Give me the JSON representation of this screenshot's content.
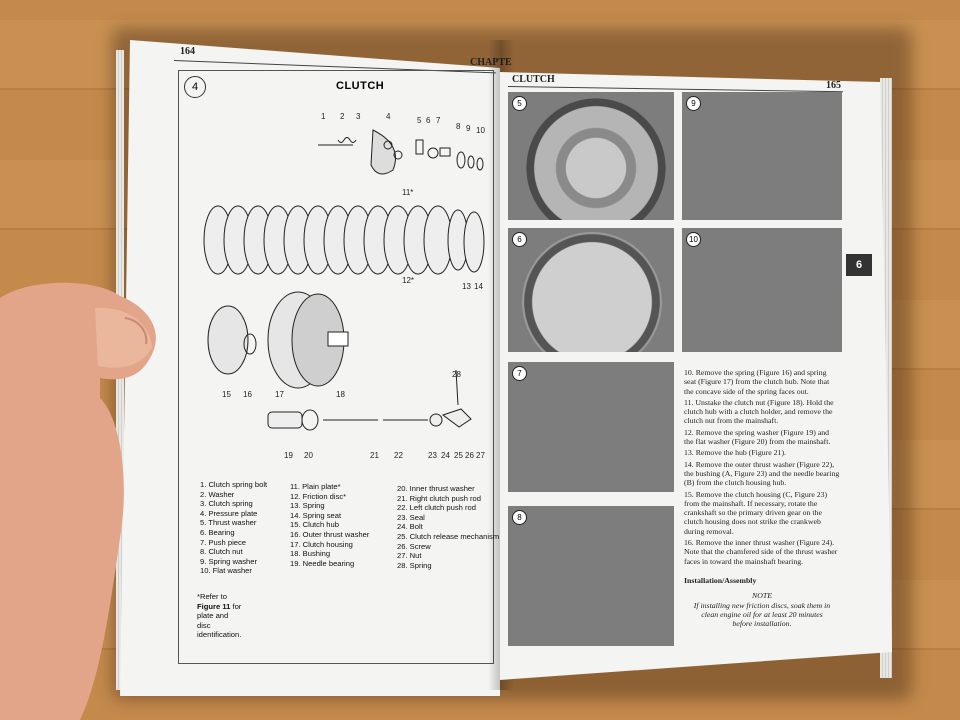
{
  "left_page": {
    "page_number": "164",
    "header": "CHAPTE",
    "figure_number": "4",
    "figure_title": "CLUTCH",
    "footnote_prefix": "*Refer to ",
    "footnote_bold": "Figure 11",
    "footnote_suffix": " for plate and disc identification.",
    "callouts": [
      "1",
      "2",
      "3",
      "4",
      "5",
      "6",
      "7",
      "8",
      "9",
      "10",
      "11*",
      "12*",
      "13",
      "14",
      "15",
      "16",
      "17",
      "18",
      "19",
      "20",
      "21",
      "22",
      "23",
      "24",
      "25",
      "26",
      "27",
      "28"
    ],
    "legend_col1": [
      "1. Clutch spring bolt",
      "2. Washer",
      "3. Clutch spring",
      "4. Pressure plate",
      "5. Thrust washer",
      "6. Bearing",
      "7. Push piece",
      "8. Clutch nut",
      "9. Spring washer",
      "10. Flat washer"
    ],
    "legend_col2": [
      "11. Plain plate*",
      "12. Friction disc*",
      "13. Spring",
      "14. Spring seat",
      "15. Clutch hub",
      "16. Outer thrust washer",
      "17. Clutch housing",
      "18. Bushing",
      "19. Needle bearing"
    ],
    "legend_col3": [
      "20. Inner thrust washer",
      "21. Right clutch push rod",
      "22. Left clutch push rod",
      "23. Seal",
      "24. Bolt",
      "25. Clutch release mechanism",
      "26. Screw",
      "27. Nut",
      "28. Spring"
    ]
  },
  "right_page": {
    "header": "CLUTCH",
    "page_number": "165",
    "chapter_tab": "6",
    "photo_badges": [
      "5",
      "9",
      "6",
      "10",
      "7",
      "8"
    ],
    "paragraphs": [
      "10. Remove the spring (Figure 16) and spring seat (Figure 17) from the clutch hub. Note that the concave side of the spring faces out.",
      "11. Unstake the clutch nut (Figure 18). Hold the clutch hub with a clutch holder, and remove the clutch nut from the mainshaft.",
      "12. Remove the spring washer (Figure 19) and the flat washer (Figure 20) from the mainshaft.",
      "13. Remove the hub (Figure 21).",
      "14. Remove the outer thrust washer (Figure 22), the bushing (A, Figure 23) and the needle bearing (B) from the clutch housing hub.",
      "15. Remove the clutch housing (C, Figure 23) from the mainshaft. If necessary, rotate the crankshaft so the primary driven gear on the clutch housing does not strike the crankweb during removal.",
      "16. Remove the inner thrust washer (Figure 24). Note that the chamfered side of the thrust washer faces in toward the mainshaft bearing."
    ],
    "subheading": "Installation/Assembly",
    "note_title": "NOTE",
    "note_text": "If installing new friction discs, soak them in clean engine oil for at least 20 minutes before installation."
  },
  "colors": {
    "table": "#c48a4c",
    "paper": "#f4f4f2",
    "photo_gray": "#7d7d7d",
    "skin": "#e2a58a"
  }
}
